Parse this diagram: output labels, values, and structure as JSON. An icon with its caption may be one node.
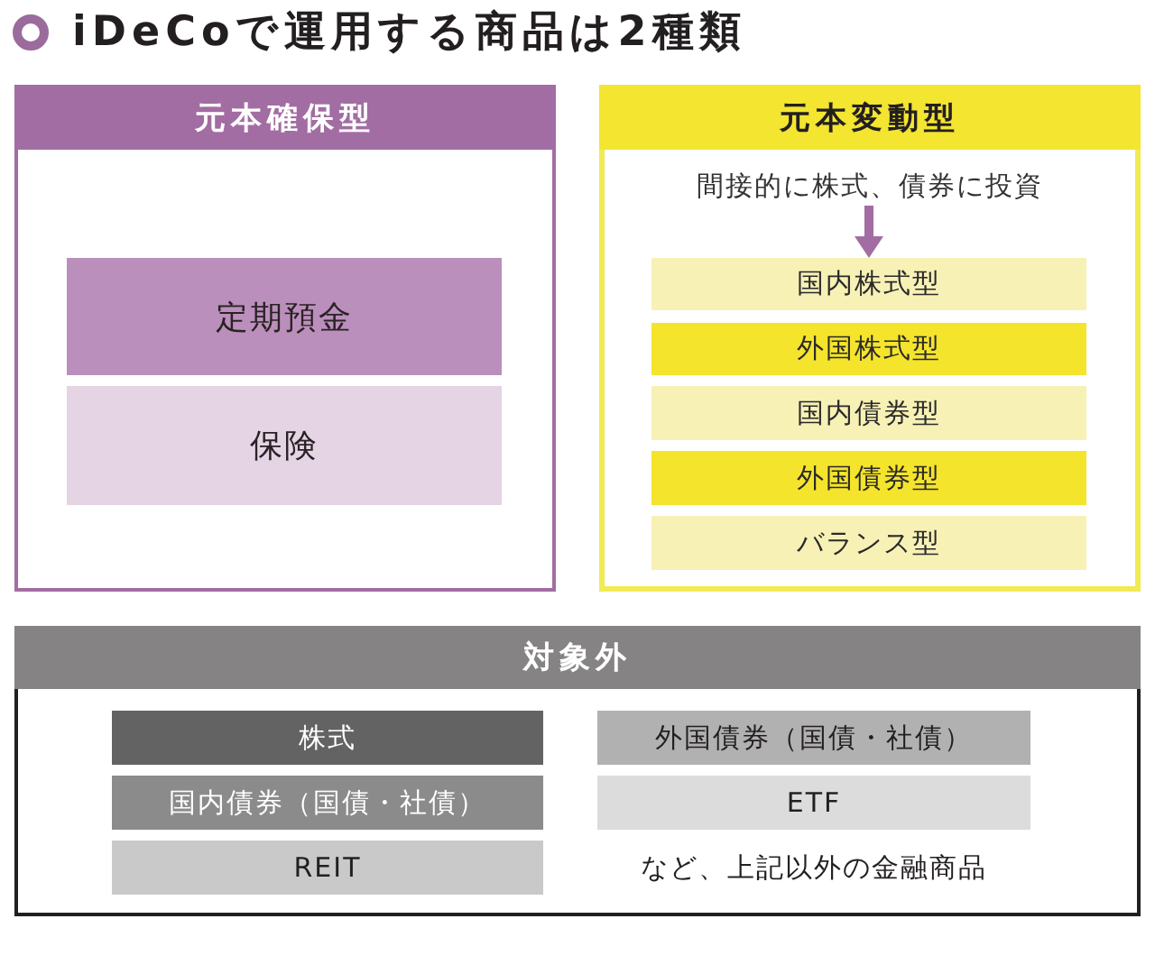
{
  "diagram": {
    "title": "iDeCoで運用する商品は2種類",
    "nodes": [
      {
        "text": [
          "元本確保型"
        ]
      },
      {
        "text": [
          "定期預金"
        ],
        "in": 0
      },
      {
        "text": [
          "保険"
        ],
        "in": 0
      },
      {
        "text": [
          "元本変動型"
        ]
      },
      {
        "text": [
          "間接的に株式、債券に投資"
        ],
        "in": 3
      },
      {
        "text": [
          "国内株式型"
        ],
        "in": 3
      },
      {
        "text": [
          "外国株式型"
        ],
        "in": 3
      },
      {
        "text": [
          "国内債券型"
        ],
        "in": 3
      },
      {
        "text": [
          "外国債券型"
        ],
        "in": 3
      },
      {
        "text": [
          "バランス型"
        ],
        "in": 3
      },
      {
        "text": [
          "対象外"
        ]
      },
      {
        "text": [
          "株式"
        ],
        "in": 10
      },
      {
        "text": [
          "外国債券（国債・社債）"
        ],
        "in": 10
      },
      {
        "text": [
          "国内債券（国債・社債）"
        ],
        "in": 10
      },
      {
        "text": [
          "ETF"
        ],
        "in": 10
      },
      {
        "text": [
          "REIT"
        ],
        "in": 10
      }
    ],
    "edges": [
      {
        "from": 4,
        "to": 5,
        "arrow": "to"
      }
    ],
    "labels": [
      "など、上記以外の金融商品"
    ]
  }
}
